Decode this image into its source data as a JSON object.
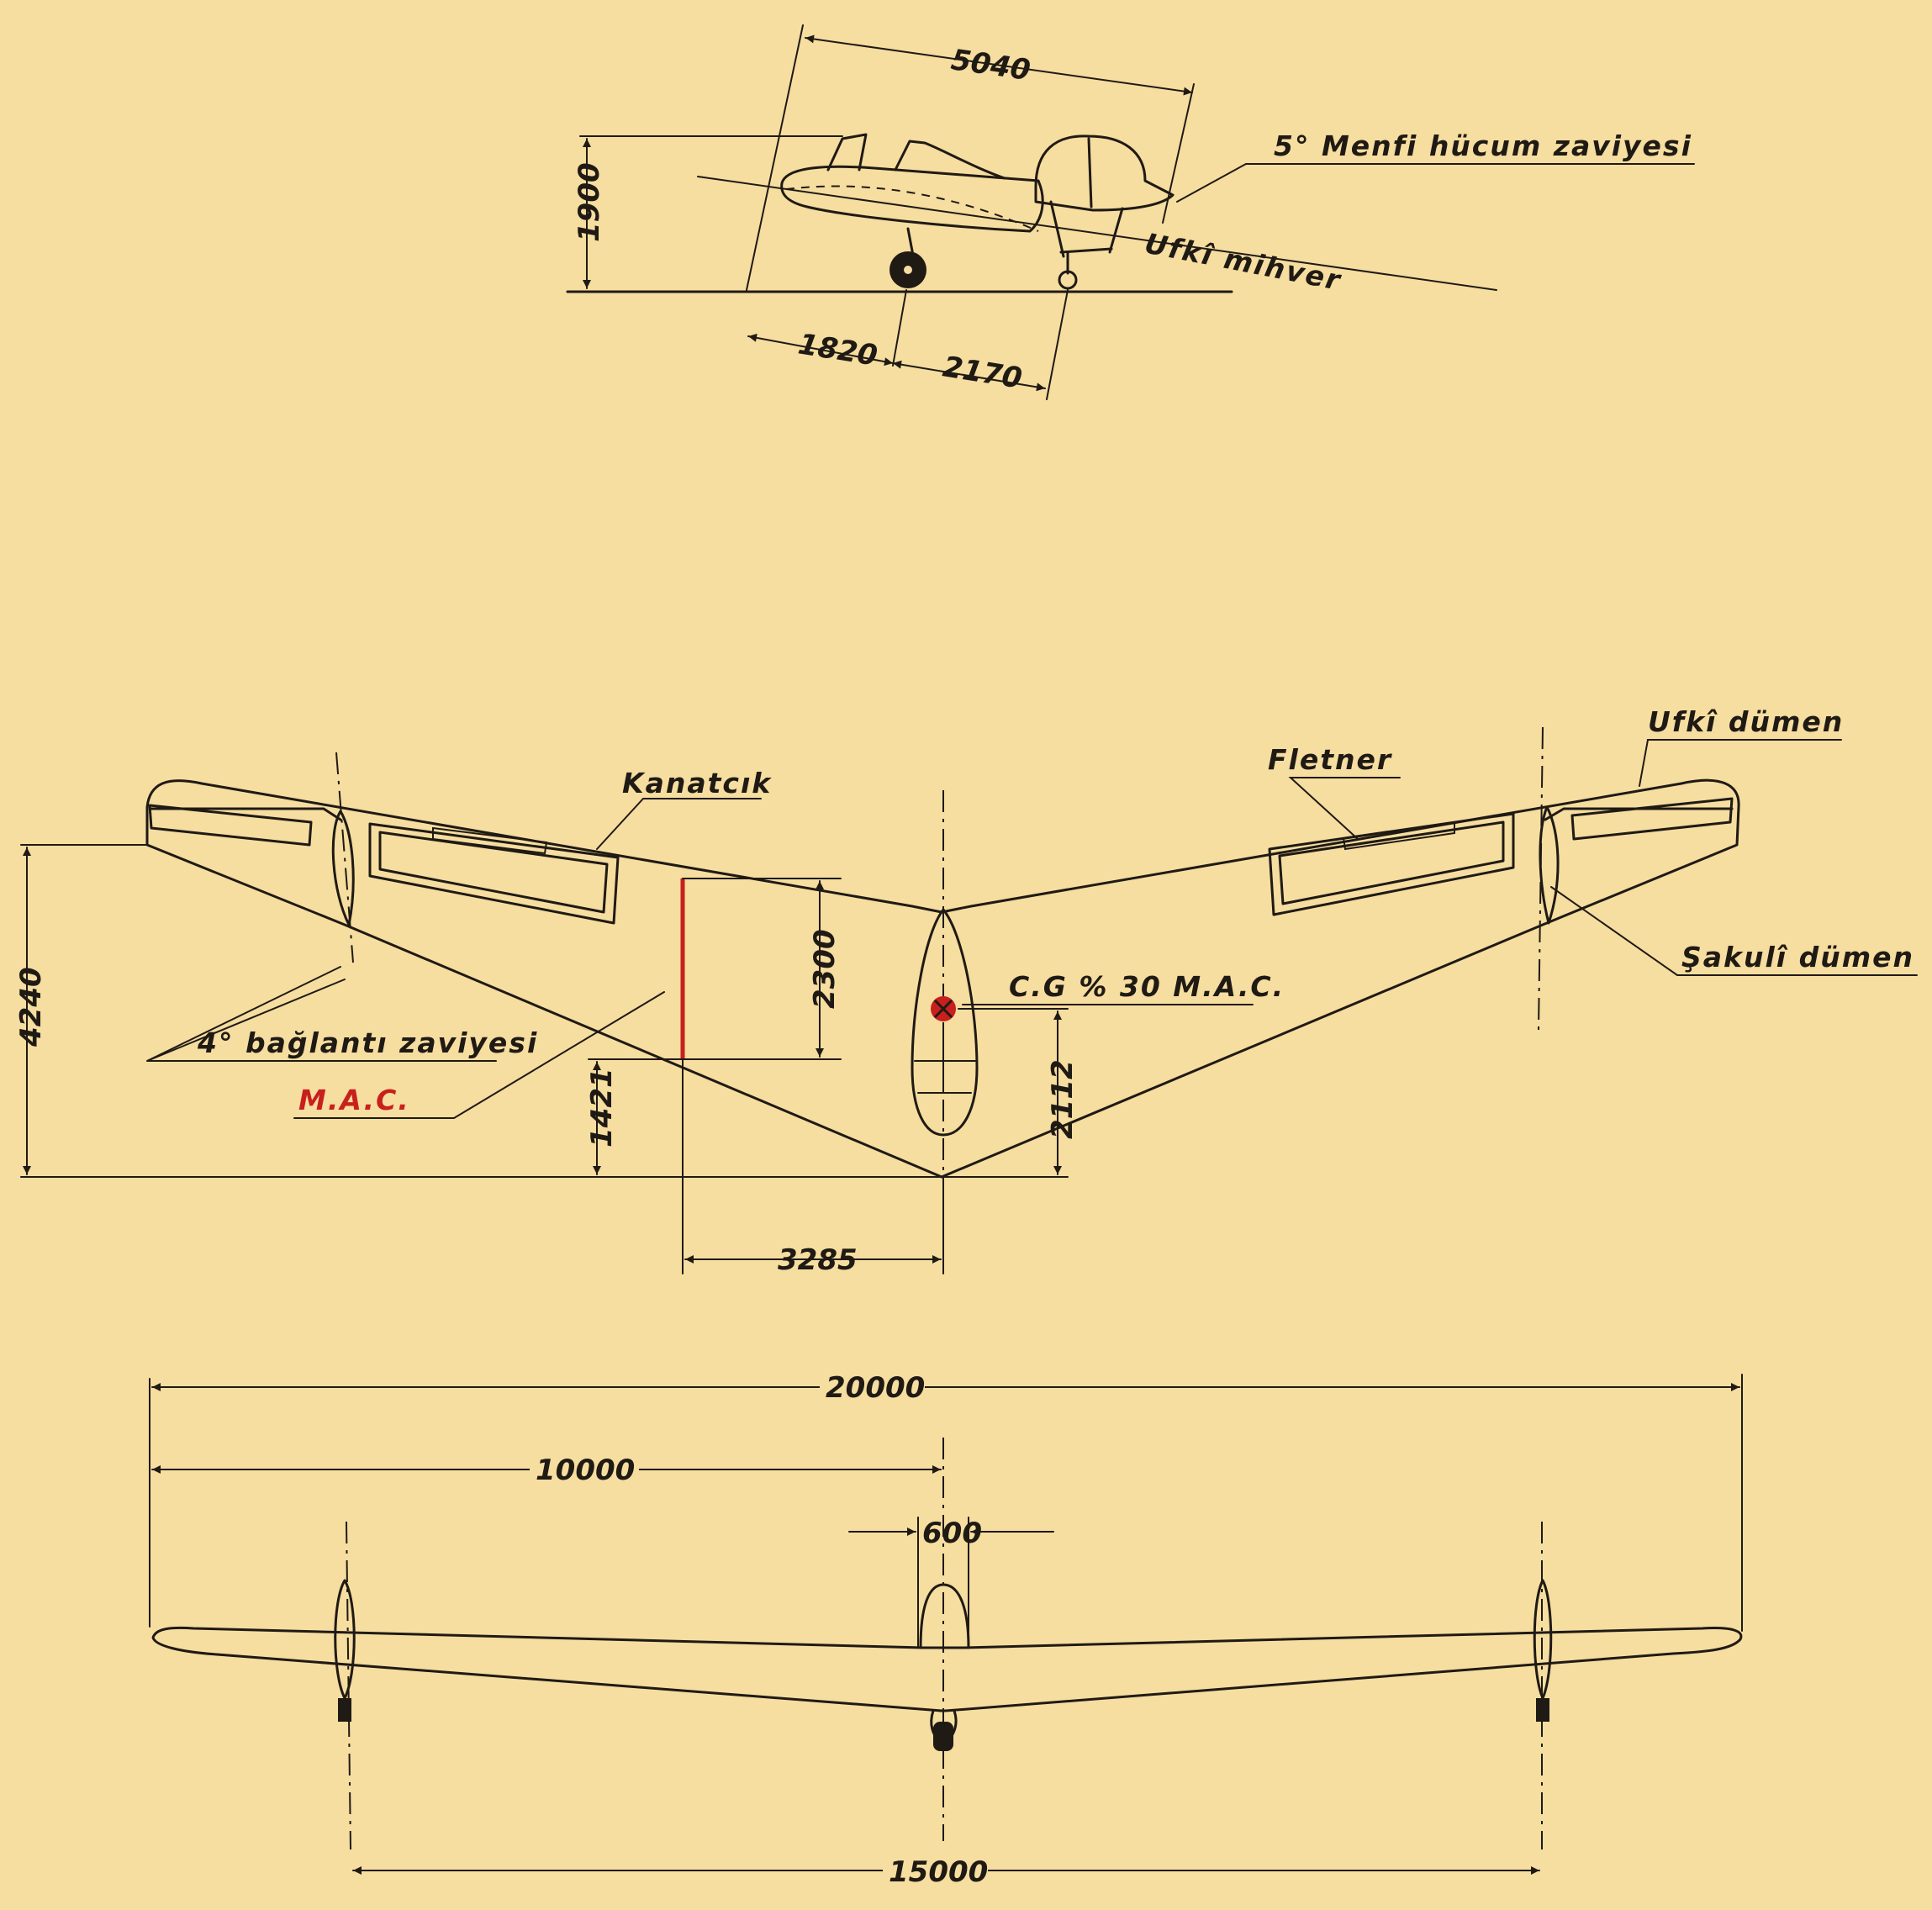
{
  "colors": {
    "paper": "#f6dda0",
    "ink": "#1f1a14",
    "accent_red": "#c8201c"
  },
  "side_view": {
    "dim_length": "5040",
    "dim_height": "1900",
    "dim_front": "1820",
    "dim_rear": "2170",
    "label_attack_angle": "5° Menfi hücum zaviyesi",
    "label_axis": "Ufkî mihver"
  },
  "plan_view": {
    "label_aileron": "Kanatcık",
    "label_flettner": "Fletner",
    "label_elevator": "Ufkî dümen",
    "label_rudder": "Şakulî dümen",
    "label_cg": "C.G % 30 M.A.C.",
    "label_incidence": "4° bağlantı zaviyesi",
    "label_mac": "M.A.C.",
    "dim_overall_depth": "4240",
    "dim_mac_chord": "2300",
    "dim_mac_le": "1421",
    "dim_cg": "2112",
    "dim_mac_span": "3285"
  },
  "front_view": {
    "dim_span": "20000",
    "dim_half_span": "10000",
    "dim_fuselage_width": "600",
    "dim_fin_spacing": "15000"
  }
}
